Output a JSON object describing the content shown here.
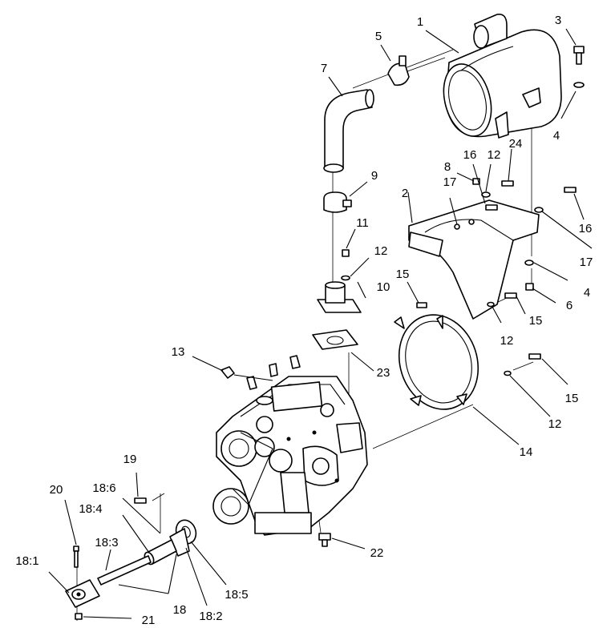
{
  "callouts": [
    "1",
    "2",
    "3",
    "4",
    "4",
    "5",
    "6",
    "7",
    "8",
    "9",
    "10",
    "11",
    "12",
    "12",
    "12",
    "12",
    "13",
    "14",
    "15",
    "15",
    "15",
    "16",
    "16",
    "17",
    "17",
    "18",
    "18:1",
    "18:2",
    "18:3",
    "18:4",
    "18:5",
    "18:6",
    "19",
    "20",
    "21",
    "22",
    "23",
    "24"
  ]
}
